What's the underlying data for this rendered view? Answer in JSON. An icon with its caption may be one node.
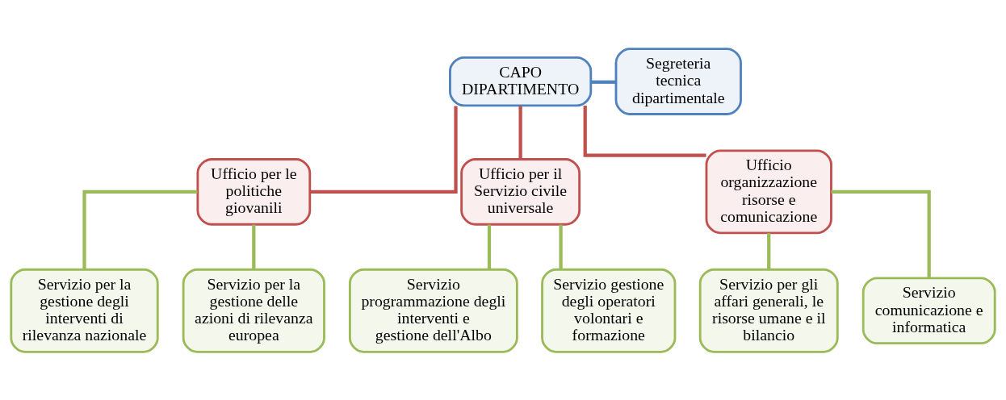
{
  "diagram": {
    "nodes": [
      {
        "text": [
          "CAPO DIPARTIMENTO"
        ]
      },
      {
        "text": [
          "Segreteria tecnica dipartimentale"
        ]
      },
      {
        "text": [
          "Ufficio per le politiche giovanili"
        ]
      },
      {
        "text": [
          "Ufficio per il Servizio civile universale"
        ]
      },
      {
        "text": [
          "Ufficio organizzazione risorse e comunicazione"
        ]
      },
      {
        "text": [
          "Servizio per la gestione degli interventi di rilevanza nazionale"
        ]
      },
      {
        "text": [
          "Servizio per la gestione delle azioni di rilevanza europea"
        ]
      },
      {
        "text": [
          "Servizio programmazione degli interventi e gestione dell'Albo"
        ]
      },
      {
        "text": [
          "Servizio gestione degli operatori volontari e formazione"
        ]
      },
      {
        "text": [
          "Servizio per gli affari generali, le risorse umane e il bilancio"
        ]
      },
      {
        "text": [
          "Servizio comunicazione e informatica"
        ]
      }
    ],
    "edges": [
      {
        "from": 0,
        "to": 1,
        "arrow": "none",
        "color": "#4f81bd"
      },
      {
        "from": 0,
        "to": 2,
        "arrow": "none",
        "color": "#c0504d"
      },
      {
        "from": 0,
        "to": 3,
        "arrow": "none",
        "color": "#c0504d"
      },
      {
        "from": 0,
        "to": 4,
        "arrow": "none",
        "color": "#c0504d"
      },
      {
        "from": 2,
        "to": 5,
        "arrow": "none"
      },
      {
        "from": 2,
        "to": 6,
        "arrow": "none"
      },
      {
        "from": 3,
        "to": 7,
        "arrow": "none"
      },
      {
        "from": 3,
        "to": 8,
        "arrow": "none"
      },
      {
        "from": 4,
        "to": 9,
        "arrow": "none"
      },
      {
        "from": 4,
        "to": 10,
        "arrow": "none"
      }
    ]
  }
}
